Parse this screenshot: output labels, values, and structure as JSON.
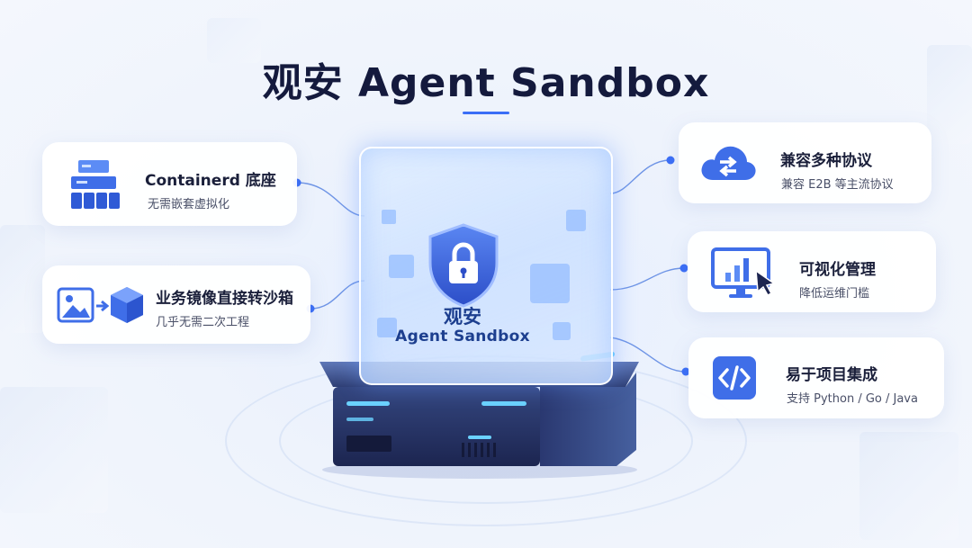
{
  "title": "观安 Agent Sandbox",
  "cube": {
    "line1": "观安",
    "line2": "Agent Sandbox"
  },
  "features": {
    "containerd": {
      "title": "Containerd 底座",
      "subtitle": "无需嵌套虚拟化",
      "icon": "server-stack-icon"
    },
    "image": {
      "title": "业务镜像直接转沙箱",
      "subtitle": "几乎无需二次工程",
      "icon": "image-to-cube-icon"
    },
    "protocol": {
      "title": "兼容多种协议",
      "subtitle": "兼容 E2B 等主流协议",
      "icon": "cloud-sync-icon"
    },
    "visual": {
      "title": "可视化管理",
      "subtitle": "降低运维门槛",
      "icon": "monitor-chart-icon"
    },
    "integration": {
      "title": "易于项目集成",
      "subtitle": "支持 Python / Go / Java",
      "icon": "code-icon"
    }
  },
  "colors": {
    "accent": "#3b6ef6",
    "title": "#141a3d",
    "cube_text": "#1d3f8f"
  }
}
